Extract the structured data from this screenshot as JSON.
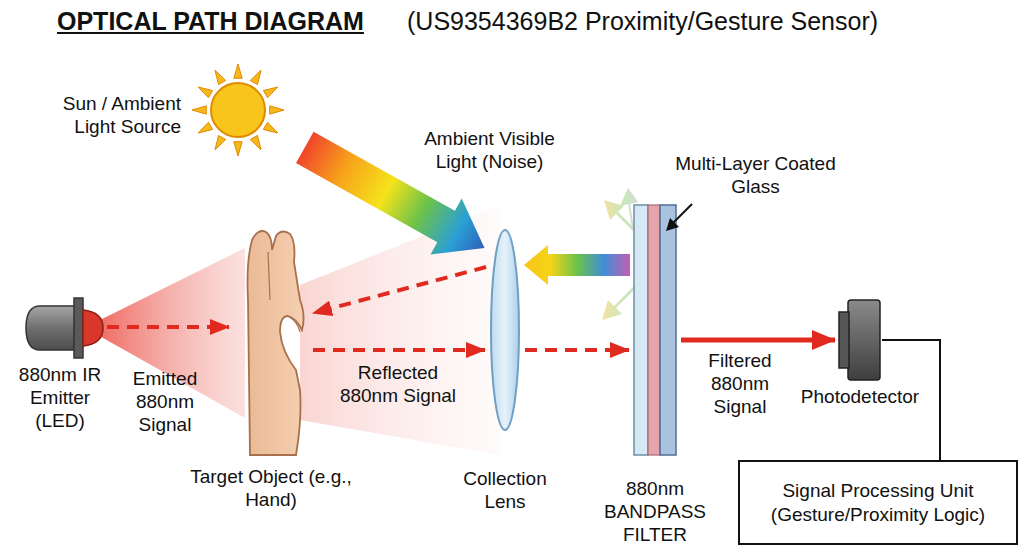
{
  "diagram": {
    "title": "OPTICAL PATH DIAGRAM",
    "nodes": [
      {
        "text": [
          "Sun / Ambient Light Source"
        ]
      },
      {
        "text": [
          "880nm IR Emitter (LED)"
        ]
      },
      {
        "text": [
          "Target Object (e.g., Hand)"
        ]
      },
      {
        "text": [
          "Collection Lens"
        ]
      },
      {
        "text": [
          "880nm BANDPASS FILTER"
        ]
      },
      {
        "text": [
          "Photodetector"
        ]
      },
      {
        "text": [
          "Signal Processing Unit (Gesture/Proximity Logic)"
        ]
      }
    ],
    "edges": [
      {
        "from": 1,
        "to": 2,
        "label": "Emitted 880nm Signal",
        "arrow": "to"
      },
      {
        "from": 0,
        "to": 3,
        "label": "Ambient Visible Light (Noise)",
        "arrow": "to"
      },
      {
        "from": 2,
        "to": 3,
        "label": "Reflected 880nm Signal",
        "arrow": "to"
      },
      {
        "from": 3,
        "to": 2,
        "arrow": "to"
      },
      {
        "from": 4,
        "to": 3,
        "arrow": "to"
      },
      {
        "from": 3,
        "to": 4,
        "arrow": "to"
      },
      {
        "from": 4,
        "to": 5,
        "label": "Filtered 880nm Signal",
        "arrow": "to"
      },
      {
        "from": 5,
        "to": 6,
        "arrow": "none"
      }
    ],
    "labels": [
      "(US9354369B2 Proximity/Gesture Sensor)",
      "Multi-Layer Coated Glass"
    ]
  }
}
